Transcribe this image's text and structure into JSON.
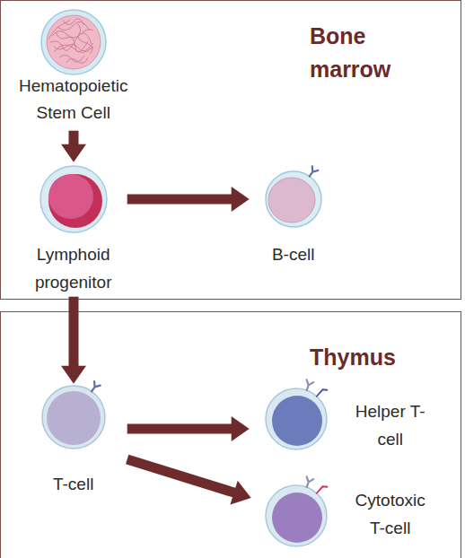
{
  "diagram": {
    "nodes": [
      {
        "text": [
          "Bone marrow"
        ]
      },
      {
        "text": [
          "Hematopoietic Stem Cell"
        ],
        "in": 0
      },
      {
        "text": [
          "Lymphoid progenitor"
        ],
        "in": 0
      },
      {
        "text": [
          "B-cell"
        ],
        "in": 0
      },
      {
        "text": [
          "Thymus"
        ]
      },
      {
        "text": [
          "T-cell"
        ],
        "in": 4
      },
      {
        "text": [
          "Helper T-cell"
        ],
        "in": 4
      },
      {
        "text": [
          "Cytotoxic T-cell"
        ],
        "in": 4
      }
    ],
    "edges": [
      {
        "from": 1,
        "to": 2,
        "arrow": "to"
      },
      {
        "from": 2,
        "to": 3,
        "arrow": "to"
      },
      {
        "from": 2,
        "to": 5,
        "arrow": "to"
      },
      {
        "from": 5,
        "to": 6,
        "arrow": "to"
      },
      {
        "from": 5,
        "to": 7,
        "arrow": "to"
      }
    ]
  }
}
